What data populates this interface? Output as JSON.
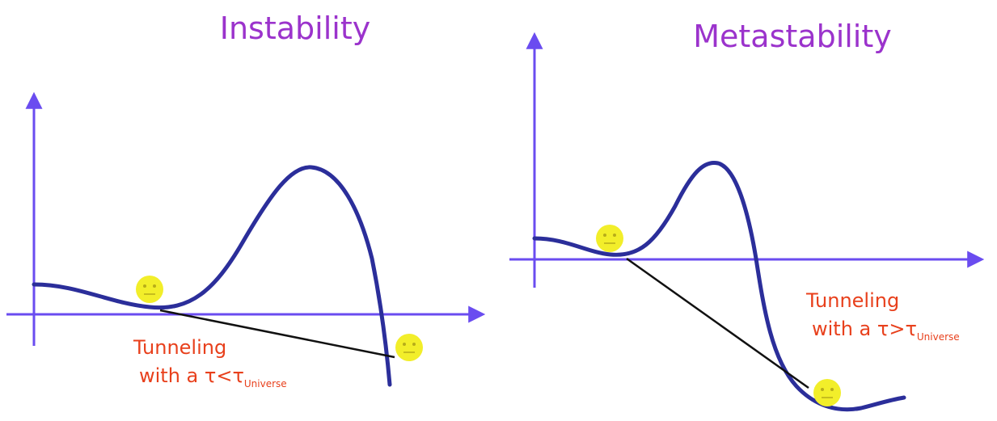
{
  "left_panel": {
    "title": "Instability",
    "label_line1": "Tunneling",
    "label_line2_prefix": "with a τ<τ",
    "label_line2_sub": "Universe"
  },
  "right_panel": {
    "title": "Metastability",
    "label_line1": "Tunneling",
    "label_line2_prefix": "with a τ>τ",
    "label_line2_sub": "Universe"
  },
  "colors": {
    "title": "#9b33cc",
    "label": "#e8401c",
    "axis": "#6a4cf0",
    "curve": "#2b2e9a",
    "tunnel_line": "#111111",
    "face": "#f2ee2a"
  },
  "icons": [
    "smiley-face-icon"
  ]
}
